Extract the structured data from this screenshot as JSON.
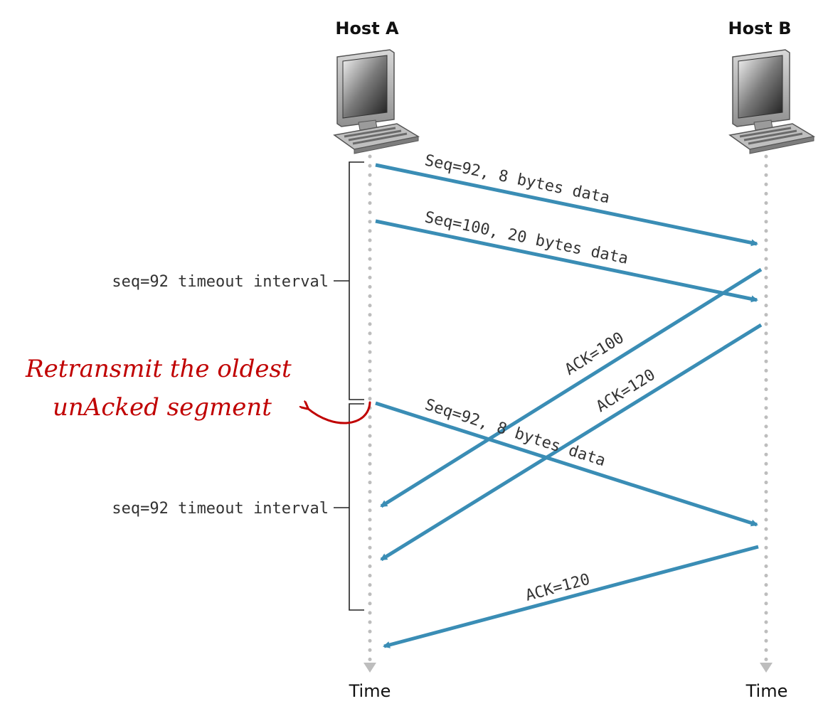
{
  "hosts": {
    "a_label": "Host A",
    "b_label": "Host B",
    "a_time": "Time",
    "b_time": "Time"
  },
  "messages": {
    "seq92_first": "Seq=92, 8 bytes data",
    "seq100": "Seq=100, 20 bytes data",
    "ack100": "ACK=100",
    "ack120_first": "ACK=120",
    "seq92_retx": "Seq=92, 8 bytes data",
    "ack120_final": "ACK=120"
  },
  "timeouts": {
    "first": "seq=92 timeout interval",
    "second": "seq=92 timeout interval"
  },
  "annotation": {
    "line1": "Retransmit the oldest",
    "line2": "unAcked segment"
  },
  "colors": {
    "arrow": "#3a8db5",
    "annotation": "#c00000",
    "timeline": "#bdbdbd"
  },
  "icons": {
    "host": "desktop-computer-icon"
  }
}
